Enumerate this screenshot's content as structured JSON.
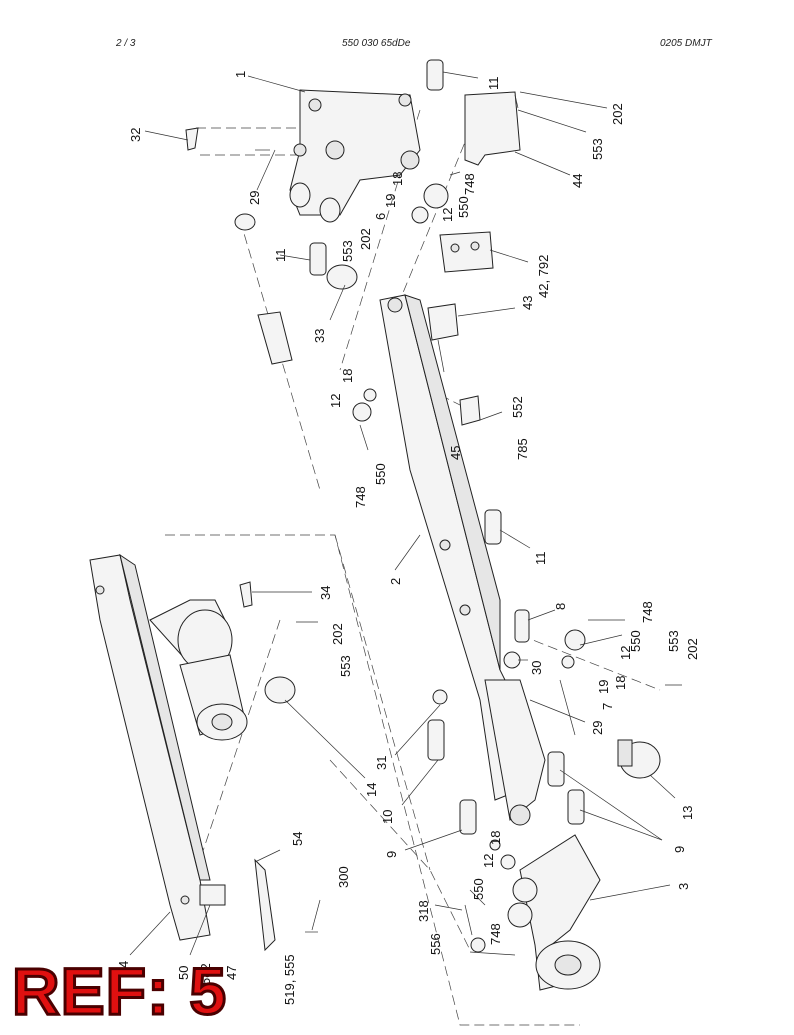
{
  "header": {
    "page": "2 /   3",
    "doc_number": "550 030 65dDe",
    "code": "0205 DMJT"
  },
  "ref_label": "REF: 5",
  "callouts": {
    "c1": "1",
    "c11a": "11",
    "c202a": "202",
    "c553a": "553",
    "c32": "32",
    "c29a": "29",
    "c44": "44",
    "c748a": "748",
    "c550a": "550",
    "c18a": "18",
    "c19a": "19",
    "c12a": "12",
    "c6": "6",
    "c11b": "11",
    "c553b": "553",
    "c202b": "202",
    "c42": "42, 792",
    "c33": "33",
    "c43": "43",
    "c18b": "18",
    "c12b": "12",
    "c552": "552",
    "c45": "45",
    "c785": "785",
    "c748b": "748",
    "c550b": "550",
    "c11c": "11",
    "c2": "2",
    "c34": "34",
    "c202c": "202",
    "c553c": "553",
    "c8": "8",
    "c748c": "748",
    "c550c": "550",
    "c553d": "553",
    "c202d": "202",
    "c30": "30",
    "c12c": "12",
    "c18c": "18",
    "c19c": "19",
    "c7": "7",
    "c29b": "29",
    "c31": "31",
    "c14": "14",
    "c10": "10",
    "c13": "13",
    "c9a": "9",
    "c9b": "9",
    "c54": "54",
    "c18d": "18",
    "c12d": "12",
    "c300": "300",
    "c550d": "550",
    "c318": "318",
    "c748d": "748",
    "c556": "556",
    "c3": "3",
    "c4": "4",
    "c50": "50",
    "c582": "582",
    "c47": "47",
    "c519": "519, 555"
  },
  "colors": {
    "ref_fill": "#e01010",
    "ink": "#222222"
  }
}
